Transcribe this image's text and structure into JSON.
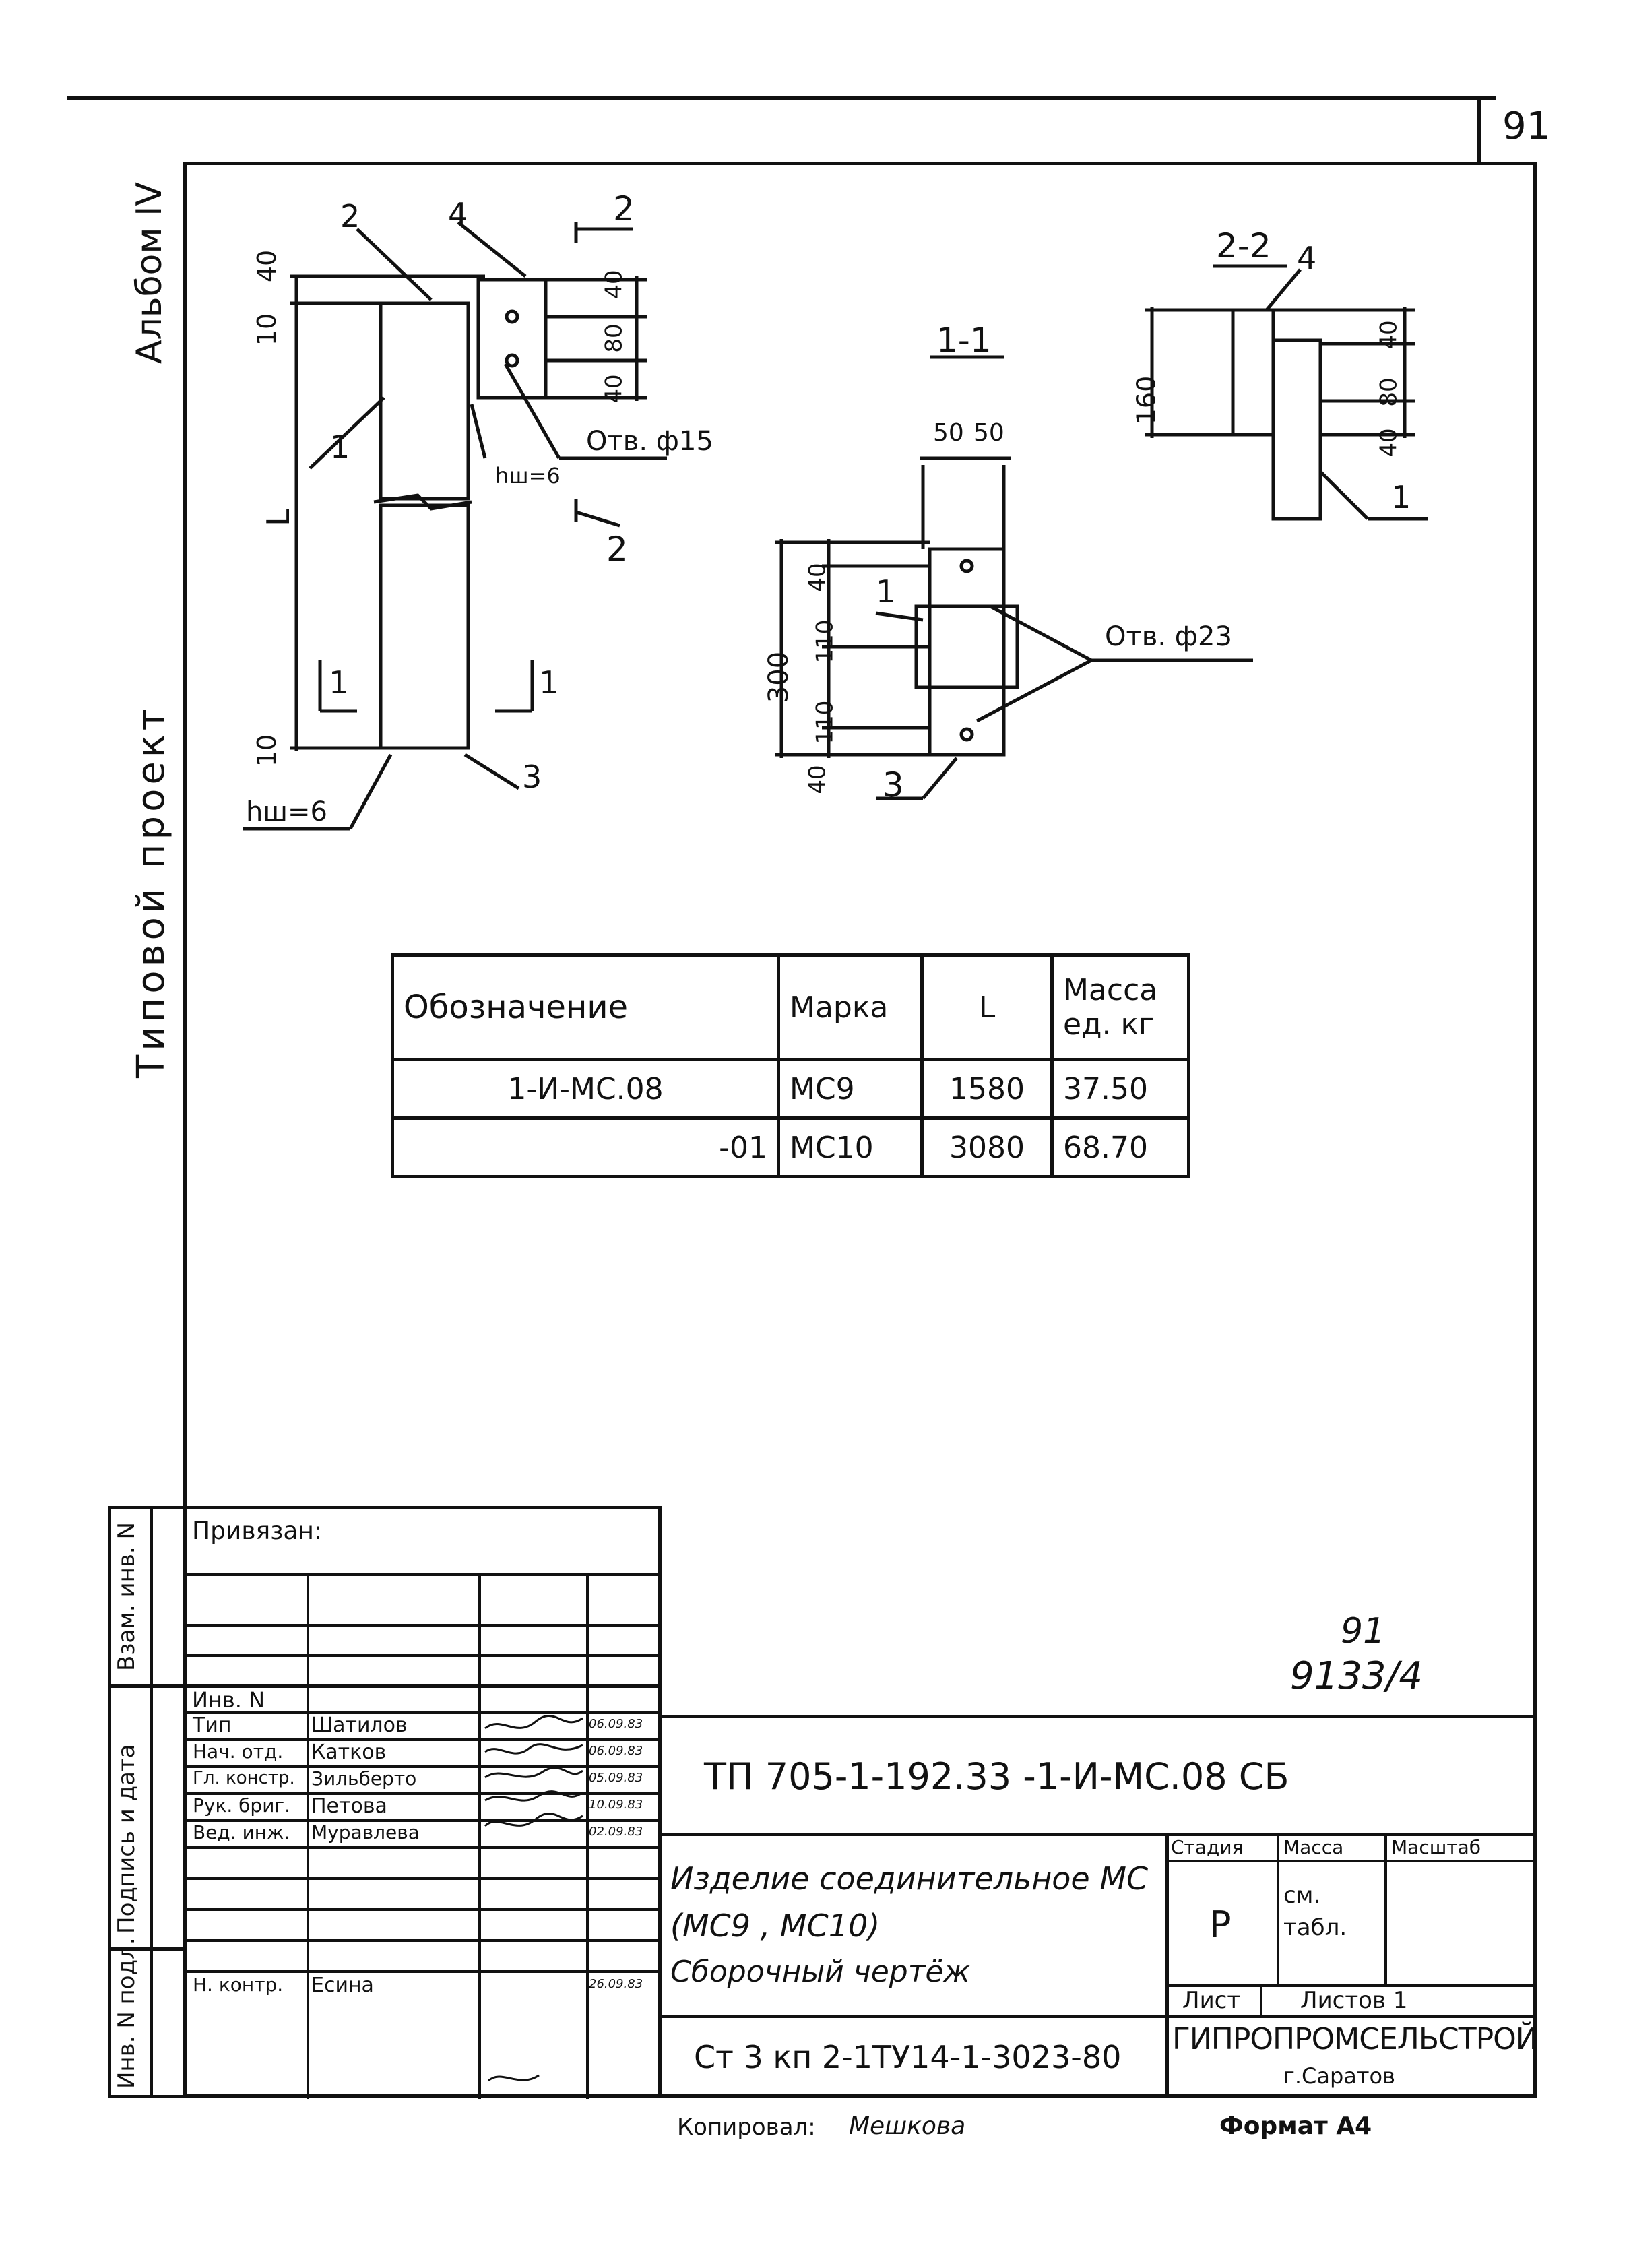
{
  "sheet_number": "91",
  "side_labels": {
    "album": "Альбом IV",
    "project": "Типовой проект",
    "vzam_inv": "Взам. инв. N",
    "podpis_data": "Подпись и дата",
    "inv_podl": "Инв. N подл."
  },
  "views": {
    "front": {
      "dims": [
        "40",
        "10",
        "L",
        "10",
        "40",
        "80",
        "40"
      ],
      "callouts": [
        "1",
        "2",
        "3",
        "4"
      ],
      "section_marks": [
        "1",
        "1",
        "2",
        "2"
      ],
      "weld_1": "hш=6",
      "weld_2": "hш=6",
      "hole": "Отв. ф15"
    },
    "section_1_1": {
      "title": "1-1",
      "dims": [
        "50",
        "50",
        "300",
        "40",
        "110",
        "110",
        "40"
      ],
      "callouts": [
        "1",
        "3"
      ],
      "hole": "Отв. ф23"
    },
    "section_2_2": {
      "title": "2-2",
      "dims": [
        "160",
        "40",
        "80",
        "40"
      ],
      "callouts": [
        "4",
        "1"
      ]
    }
  },
  "spec_table": {
    "headers": [
      "Обозначение",
      "Марка",
      "L",
      "Масса ед. кг"
    ],
    "rows": [
      [
        "1-И-МС.08",
        "МС9",
        "1580",
        "37.50"
      ],
      [
        "-01",
        "МС10",
        "3080",
        "68.70"
      ]
    ]
  },
  "left_block": {
    "privyazan": "Привязан:",
    "inv_n": "Инв. N"
  },
  "stamp_handwritten": {
    "sheet": "91",
    "archive": "9133/4"
  },
  "signatures": [
    {
      "role": "Тип",
      "name": "Шатилов",
      "date": "06.09.83"
    },
    {
      "role": "Нач. отд.",
      "name": "Катков",
      "date": "06.09.83"
    },
    {
      "role": "Гл. констр.",
      "name": "Зильберто",
      "date": "05.09.83"
    },
    {
      "role": "Рук. бриг.",
      "name": "Петова",
      "date": "10.09.83"
    },
    {
      "role": "Вед. инж.",
      "name": "Муравлева",
      "date": "02.09.83"
    },
    {
      "role": "Н. контр.",
      "name": "Есина",
      "date": "26.09.83"
    }
  ],
  "title_block": {
    "code": "ТП 705-1-192.33   -1-И-МС.08 СБ",
    "name_line1": "Изделие соединительное МС",
    "name_line2": "(МС9 , МС10)",
    "name_line3": "Сборочный чертёж",
    "material": "Ст 3 кп 2-1ТУ14-1-3023-80",
    "stage_h": "Стадия",
    "mass_h": "Масса",
    "scale_h": "Масштаб",
    "stage_v": "Р",
    "mass_v": "см. табл.",
    "sheet_h": "Лист",
    "sheets_h": "Листов 1",
    "org": "ГИПРОПРОМСЕЛЬСТРОЙ",
    "city": "г.Саратов"
  },
  "footer": {
    "copied": "Копировал:",
    "copier": "Мешкова",
    "format": "Формат А4"
  }
}
